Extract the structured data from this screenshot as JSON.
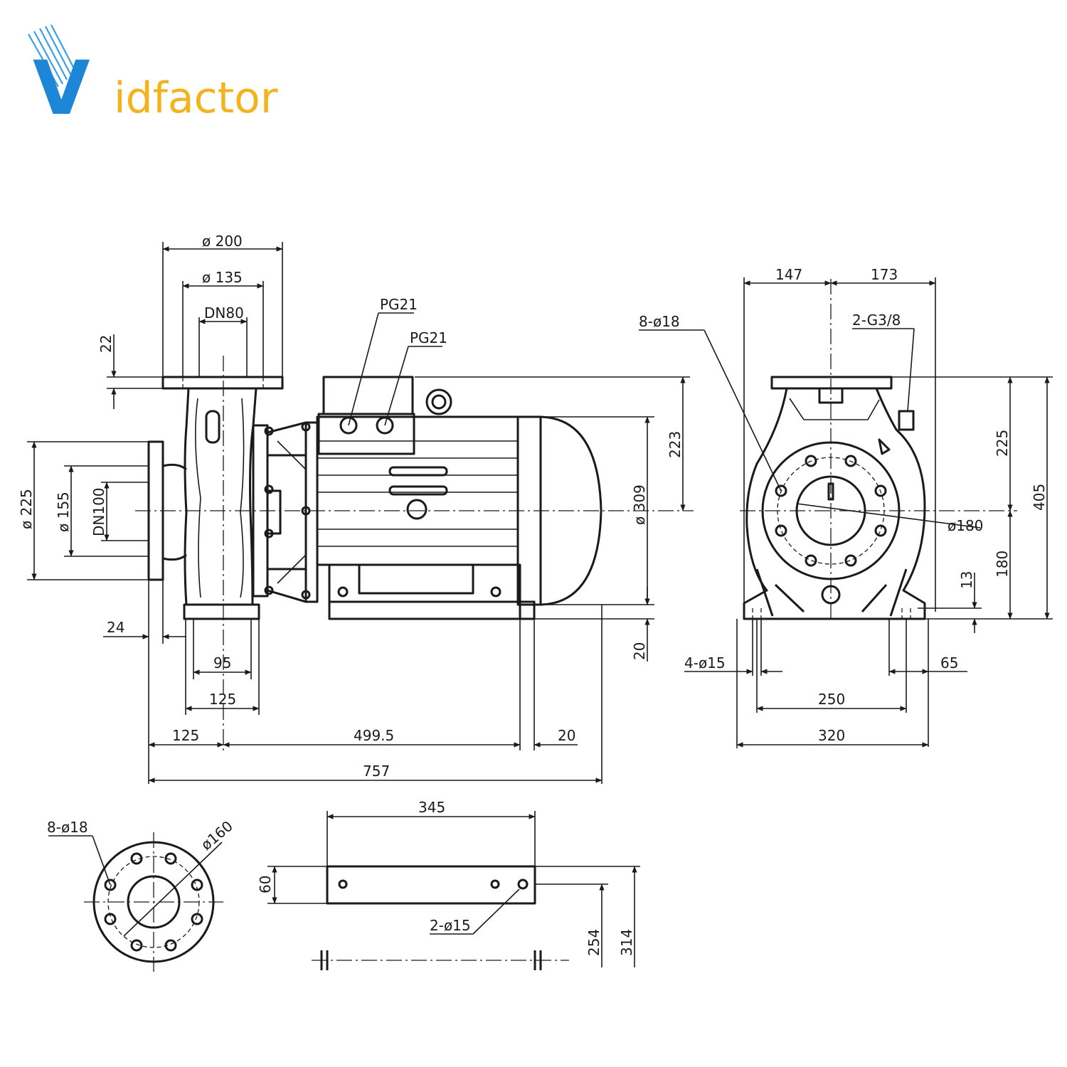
{
  "logo": {
    "initial": "V",
    "rest": "idfactor",
    "colors": {
      "primary": "#1e86d6",
      "secondary": "#f2b41e"
    }
  },
  "side_view": {
    "dims": {
      "outlet_flange_dia": "ø 200",
      "outlet_bolt_circle": "ø 135",
      "outlet_nominal": "DN80",
      "flange_thickness": "22",
      "inlet_flange_dia": "ø 225",
      "inlet_bolt_circle": "ø 155",
      "inlet_nominal": "DN100",
      "inlet_flange_offset": "24",
      "foot_inner": "95",
      "foot_outer": "125",
      "suction_to_axis": "125",
      "shaft_length": "499.5",
      "base_end": "20",
      "overall_length": "757",
      "motor_height": "223",
      "motor_dia": "ø 309",
      "base_height": "20"
    },
    "cable_glands": [
      "PG21",
      "PG21"
    ]
  },
  "front_view": {
    "dims": {
      "left_width": "147",
      "right_width": "173",
      "flange_holes": "8-ø18",
      "drain_plugs": "2-G3/8",
      "upper_height": "225",
      "total_height": "405",
      "bolt_circle": "ø180",
      "axis_height": "180",
      "foot_thickness": "13",
      "foot_holes": "4-ø15",
      "foot_hole_spacing": "65",
      "foot_span": "250",
      "overall_width": "320"
    }
  },
  "flange_detail": {
    "holes": "8-ø18",
    "bolt_circle": "ø160"
  },
  "base_plate": {
    "length": "345",
    "width": "60",
    "holes": "2-ø15",
    "dist_a": "254",
    "dist_b": "314"
  }
}
